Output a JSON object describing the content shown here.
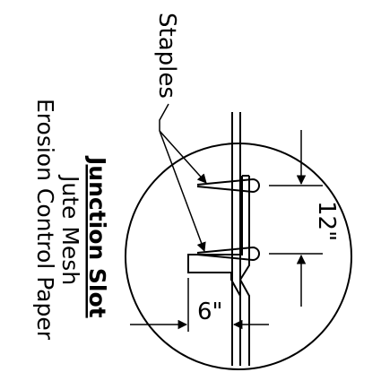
{
  "labels": {
    "staples": "Staples",
    "title": "Junction Slot",
    "line1": "Jute Mesh",
    "line2": "Erosion Control Paper",
    "dim_vertical": "12\"",
    "dim_horizontal": "6\""
  },
  "colors": {
    "ink": "#000000",
    "background": "#ffffff"
  }
}
